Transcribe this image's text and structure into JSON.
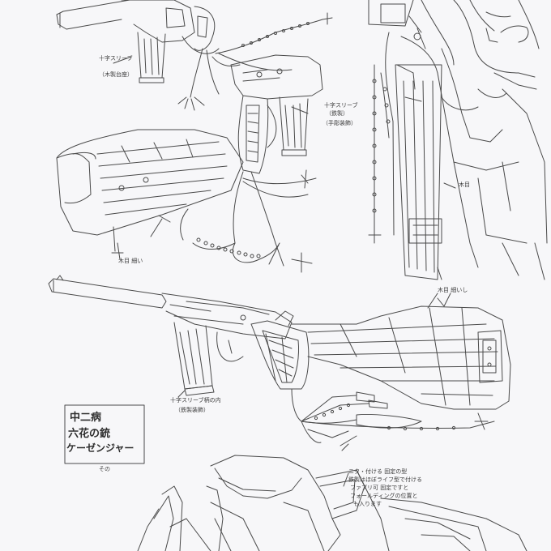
{
  "notes": {
    "top_mag": "十字スリーブ",
    "top_mag_sub": "（木製台座）",
    "mid_gun": "十字スリーブ",
    "mid_gun_sub1": "（鉄製）",
    "mid_gun_sub2": "（手彫装飾）",
    "stock_label": "木目",
    "stock_label_low": "木目 細い",
    "portrait_label": "木目",
    "big_stock_label": "木目 細いし",
    "mid_mag": "十字スリーブ柄の内",
    "mid_mag_sub": "（鉄製装飾）",
    "bottom_note1": "ニタ・付ける 固定の型",
    "bottom_note2": "鉄製はほぼライフ型で付ける",
    "bottom_note3": "ファブリ可 固定ですと",
    "bottom_note4": "フォールディングの位置と",
    "bottom_note5": "も入ります"
  },
  "title": {
    "line1": "中二病",
    "line2": "六花の銃",
    "line3": "ケーゼンジャー",
    "line4": "その"
  }
}
